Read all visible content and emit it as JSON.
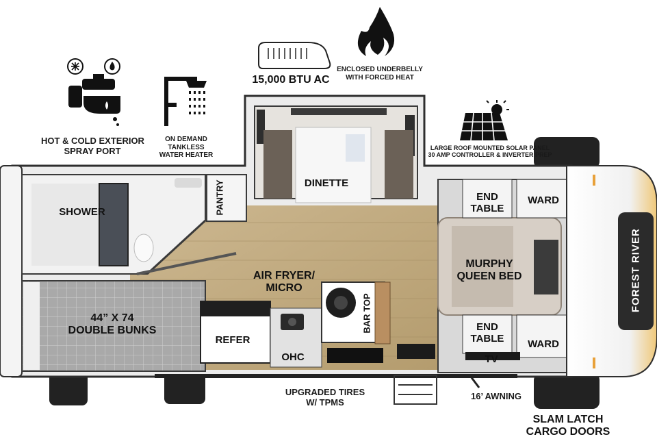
{
  "features": {
    "spray_port": [
      "HOT & COLD EXTERIOR",
      "SPRAY PORT"
    ],
    "water_heater": [
      "ON DEMAND",
      "TANKLESS",
      "WATER HEATER"
    ],
    "ac": "15,000 BTU AC",
    "underbelly": [
      "ENCLOSED UNDERBELLY",
      "WITH FORCED HEAT"
    ],
    "solar": [
      "LARGE ROOF MOUNTED SOLAR PANEL",
      "30 AMP CONTROLLER & INVERTER PREP"
    ],
    "tires": [
      "UPGRADED TIRES",
      "W/ TPMS"
    ],
    "awning": "16’ AWNING",
    "cargo_doors": [
      "SLAM LATCH",
      "CARGO DOORS"
    ]
  },
  "rooms": {
    "shower": "SHOWER",
    "pantry": "PANTRY",
    "dinette": "DINETTE",
    "end_table_top": [
      "END",
      "TABLE"
    ],
    "ward_top": "WARD",
    "murphy_bed": [
      "MURPHY",
      "QUEEN BED"
    ],
    "air_fryer": [
      "AIR FRYER/",
      "MICRO"
    ],
    "bunks": [
      "44” X 74",
      "DOUBLE BUNKS"
    ],
    "refer": "REFER",
    "ohc": "OHC",
    "bar_top": "BAR TOP",
    "end_table_bottom": [
      "END",
      "TABLE"
    ],
    "ward_bottom": "WARD",
    "tv": "TV"
  },
  "brand": "FOREST RIVER",
  "colors": {
    "floor": "#c9b48a",
    "wall": "#3a3a3a",
    "brand_badge": "#2b2b2b",
    "marker_light": "#e8a13a"
  }
}
